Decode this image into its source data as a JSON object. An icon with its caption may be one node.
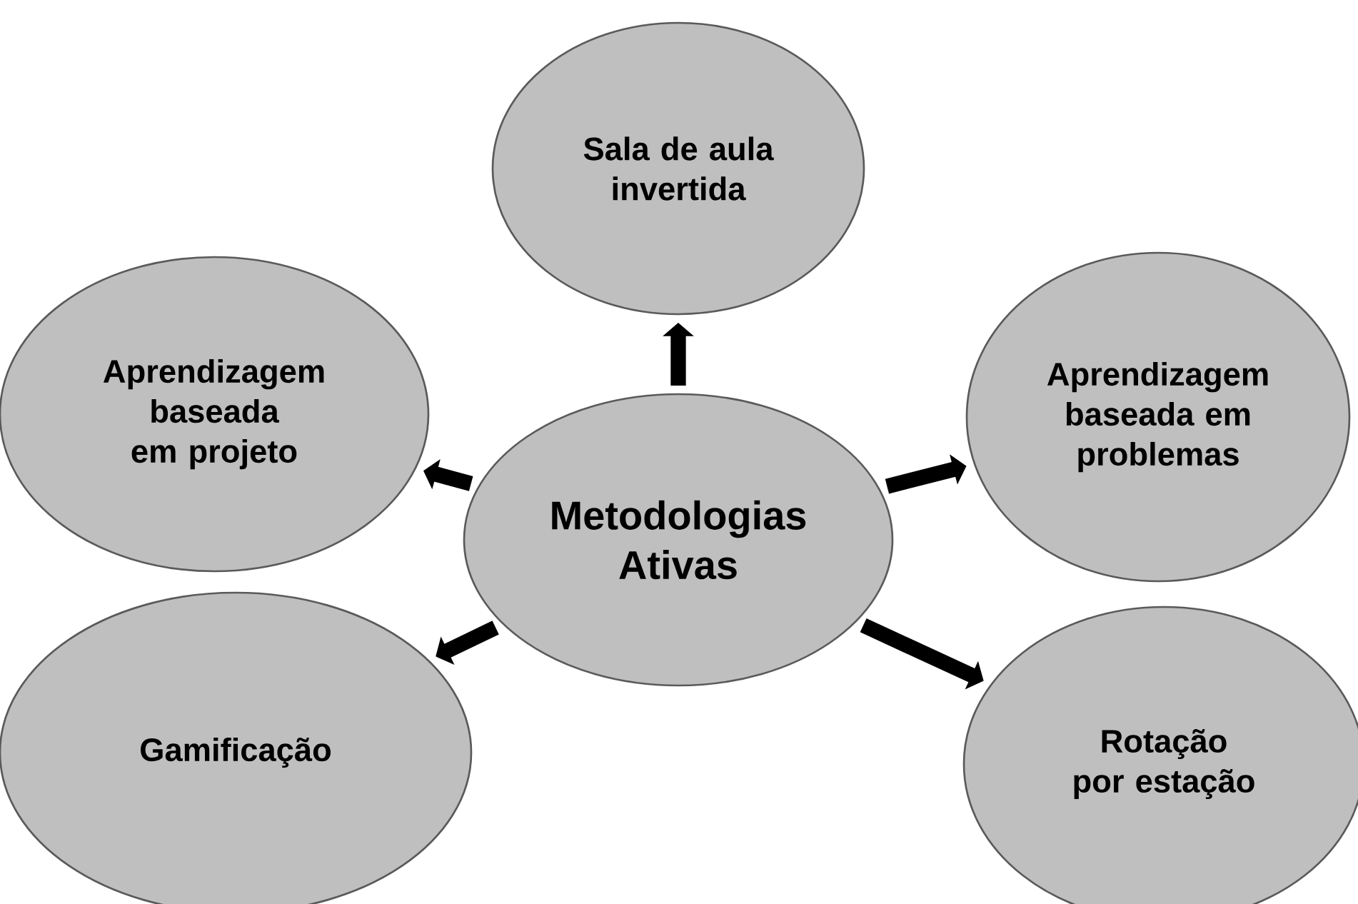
{
  "diagram": {
    "nodes": [
      {
        "text": [
          "Sala de aula invertida"
        ]
      },
      {
        "text": [
          "Aprendizagem baseada em projeto"
        ]
      },
      {
        "text": [
          "Metodologias Ativas"
        ]
      },
      {
        "text": [
          "Aprendizagem baseada em problemas"
        ]
      },
      {
        "text": [
          "Gamificação"
        ]
      },
      {
        "text": [
          "Rotação por estação"
        ]
      }
    ],
    "edges": [
      {
        "from": 2,
        "to": 0,
        "arrow": "to"
      },
      {
        "from": 2,
        "to": 1,
        "arrow": "to"
      },
      {
        "from": 2,
        "to": 3,
        "arrow": "to"
      },
      {
        "from": 2,
        "to": 4,
        "arrow": "to"
      },
      {
        "from": 2,
        "to": 5,
        "arrow": "to"
      }
    ]
  }
}
